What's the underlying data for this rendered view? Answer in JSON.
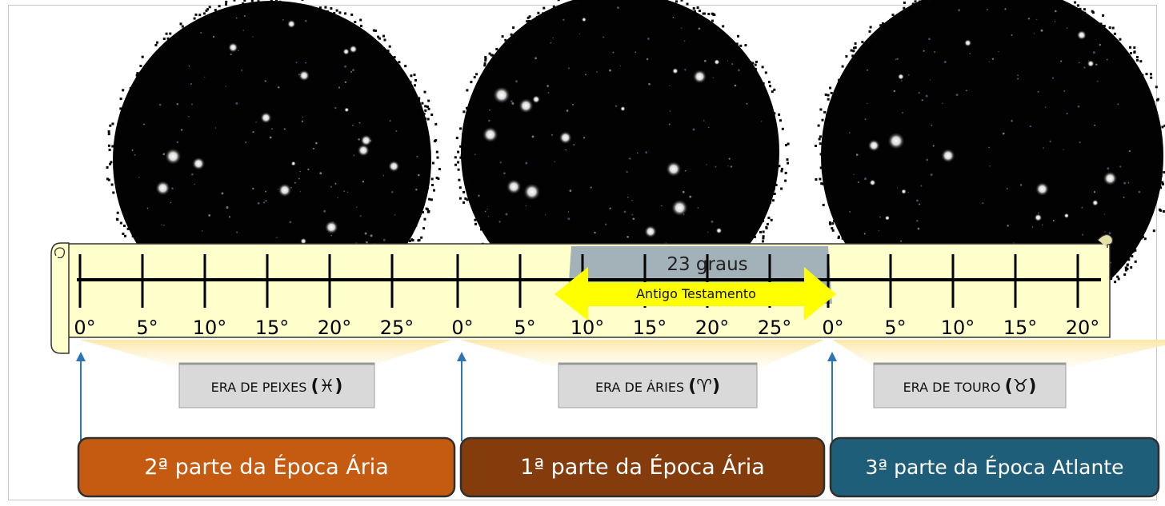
{
  "scale": {
    "segments": [
      {
        "ticks": [
          "0°",
          "5°",
          "10°",
          "15°",
          "20°",
          "25°"
        ]
      },
      {
        "ticks": [
          "0°",
          "5°",
          "10°",
          "15°",
          "20°",
          "25°"
        ]
      },
      {
        "ticks": [
          "0°",
          "5°",
          "10°",
          "15°",
          "20°"
        ]
      }
    ]
  },
  "overlay": {
    "degrees_label": "23 graus",
    "arrow_label": "Antigo Testamento"
  },
  "eras": [
    {
      "name": "ERA DE PEIXES",
      "symbol": "♓"
    },
    {
      "name": "ERA DE ÁRIES",
      "symbol": "♈"
    },
    {
      "name": "ERA DE TOURO",
      "symbol": "♉"
    }
  ],
  "epochs": [
    {
      "label": "2ª parte da Época Ária",
      "color": "#c55a11"
    },
    {
      "label": "1ª parte da Época Ária",
      "color": "#843c0c"
    },
    {
      "label": "3ª parte da Época Atlante",
      "color": "#1f5e78"
    }
  ],
  "colors": {
    "scroll_fill": "#ffffcc",
    "overlay_fill": "#9aabb6",
    "arrow_fill": "#ffff00",
    "connector": "#2e75b6"
  },
  "icons": [
    "constellation-pisces",
    "constellation-aries",
    "constellation-taurus"
  ]
}
